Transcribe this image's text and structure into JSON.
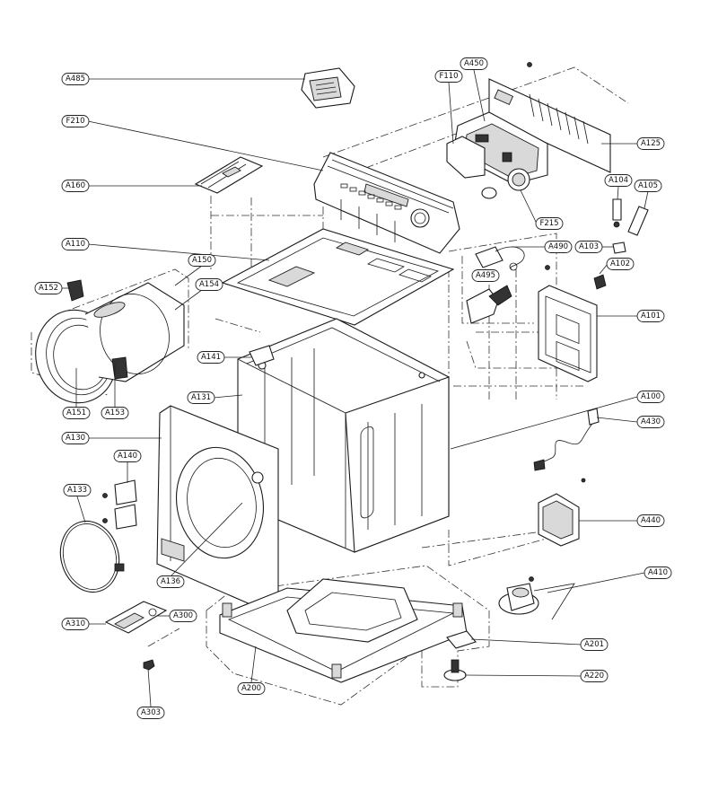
{
  "labels": {
    "A485": "A485",
    "F210": "F210",
    "A160": "A160",
    "A110": "A110",
    "A152": "A152",
    "A150": "A150",
    "A154": "A154",
    "A151": "A151",
    "A153": "A153",
    "A141": "A141",
    "A131": "A131",
    "A130": "A130",
    "A140": "A140",
    "A133": "A133",
    "A136": "A136",
    "A310": "A310",
    "A300": "A300",
    "A303": "A303",
    "A200": "A200",
    "F110": "F110",
    "A450": "A450",
    "A125": "A125",
    "A104": "A104",
    "A105": "A105",
    "F215": "F215",
    "A490": "A490",
    "A103": "A103",
    "A495": "A495",
    "A102": "A102",
    "A101": "A101",
    "A100": "A100",
    "A430": "A430",
    "A440": "A440",
    "A410": "A410",
    "A201": "A201",
    "A220": "A220"
  }
}
